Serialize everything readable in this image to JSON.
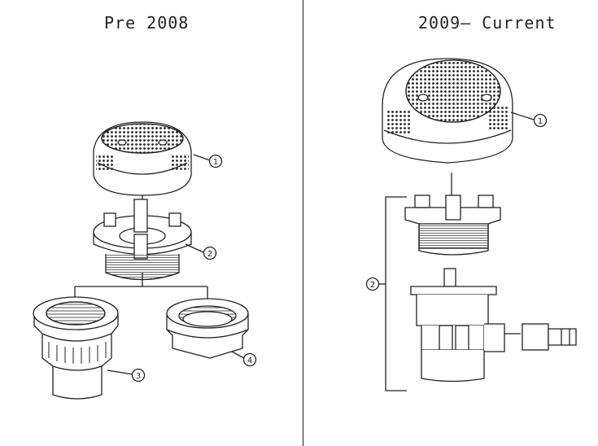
{
  "headings": {
    "left": "Pre 2008",
    "right": "2009— Current"
  },
  "callouts": {
    "left_cover": "1",
    "left_body": "2",
    "left_nozzle": "3",
    "left_wall_fitting": "4",
    "right_cover": "1",
    "right_assembly": "2"
  },
  "colors": {
    "line": "#222222",
    "fill": "#ffffff"
  }
}
